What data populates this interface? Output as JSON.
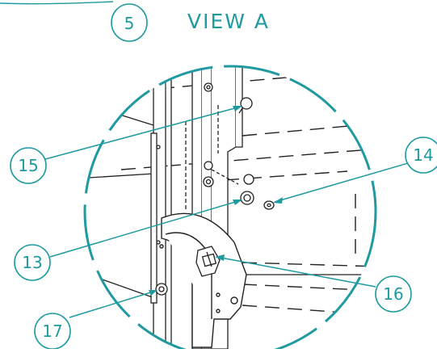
{
  "view": {
    "title": "VIEW A",
    "accent_color": "#1f9aa0",
    "line_color": "#222222"
  },
  "callouts": [
    {
      "id": "c5",
      "label": "5"
    },
    {
      "id": "c13",
      "label": "13"
    },
    {
      "id": "c14",
      "label": "14"
    },
    {
      "id": "c15",
      "label": "15"
    },
    {
      "id": "c16",
      "label": "16"
    },
    {
      "id": "c17",
      "label": "17"
    }
  ]
}
